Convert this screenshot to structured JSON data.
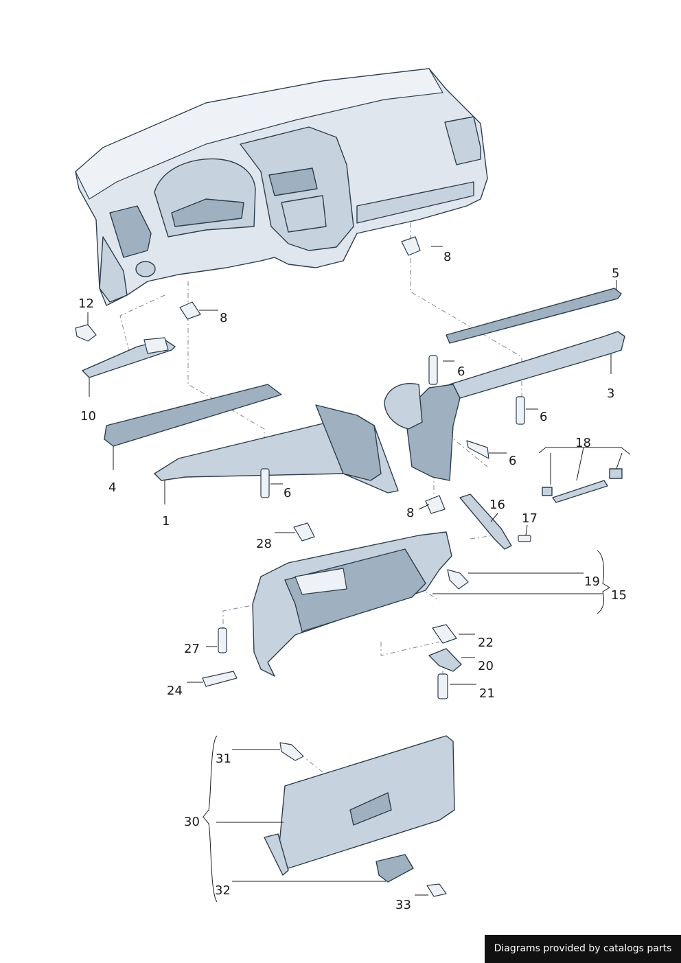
{
  "diagram": {
    "callouts": {
      "p1": "1",
      "p3": "3",
      "p4": "4",
      "p5": "5",
      "p6a": "6",
      "p6b": "6",
      "p6c": "6",
      "p6d": "6",
      "p8a": "8",
      "p8b": "8",
      "p8c": "8",
      "p10": "10",
      "p12": "12",
      "p15": "15",
      "p16": "16",
      "p17": "17",
      "p18": "18",
      "p19": "19",
      "p20": "20",
      "p21": "21",
      "p22": "22",
      "p24": "24",
      "p27": "27",
      "p28": "28",
      "p30": "30",
      "p31": "31",
      "p32": "32",
      "p33": "33"
    }
  },
  "credit": {
    "text": "Diagrams provided by catalogs parts"
  },
  "colors": {
    "line": "#2d3d4c",
    "fill": "#dfe6ee",
    "shade": "#9fb0c0",
    "credit_bg": "#111111"
  }
}
